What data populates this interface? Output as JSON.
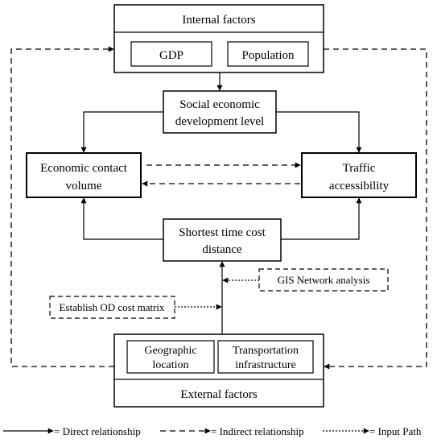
{
  "internal_factors": {
    "title": "Internal factors",
    "items": [
      "GDP",
      "Population"
    ]
  },
  "social_economic": {
    "lines": [
      "Social economic",
      "development level"
    ]
  },
  "economic_contact": {
    "lines": [
      "Economic contact",
      "volume"
    ]
  },
  "traffic_accessibility": {
    "lines": [
      "Traffic",
      "accessibility"
    ]
  },
  "shortest_time": {
    "lines": [
      "Shortest time cost",
      "distance"
    ]
  },
  "gis_network": {
    "label": "GIS Network analysis"
  },
  "od_cost_matrix": {
    "label": "Establish OD cost matrix"
  },
  "external_factors": {
    "title": "External factors",
    "geographic": [
      "Geographic",
      "location"
    ],
    "transportation": [
      "Transportation",
      "infrastructure"
    ]
  },
  "legend": {
    "direct": "= Direct relationship",
    "indirect": "= Indirect relationship",
    "input": "= Input Path"
  }
}
